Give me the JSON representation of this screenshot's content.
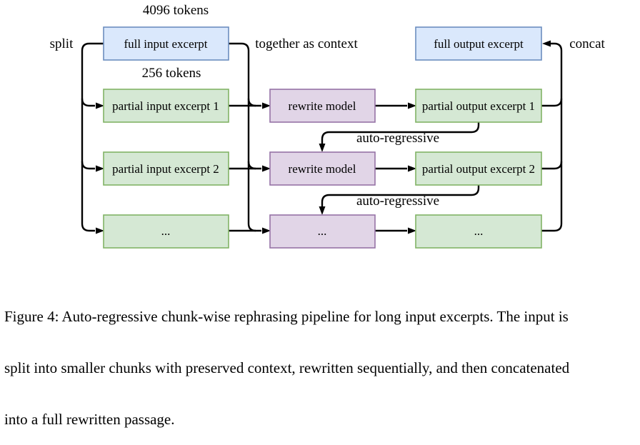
{
  "figure": {
    "labels": {
      "tokens_full": "4096 tokens",
      "tokens_partial": "256 tokens",
      "split": "split",
      "together_as_context": "together as context",
      "concat": "concat",
      "auto_regressive_1": "auto-regressive",
      "auto_regressive_2": "auto-regressive"
    },
    "nodes": {
      "full_input": "full input excerpt",
      "full_output": "full output excerpt",
      "partial_input_1": "partial input excerpt 1",
      "partial_input_2": "partial input excerpt 2",
      "partial_input_rest": "...",
      "rewrite_model_1": "rewrite model",
      "rewrite_model_2": "rewrite model",
      "rewrite_model_rest": "...",
      "partial_output_1": "partial output excerpt 1",
      "partial_output_2": "partial output excerpt 2",
      "partial_output_rest": "..."
    },
    "colors": {
      "full_fill": "#dae8fc",
      "full_stroke": "#6c8ebf",
      "chunk_fill": "#d5e8d4",
      "chunk_stroke": "#82b366",
      "model_fill": "#e1d5e7",
      "model_stroke": "#9673a6",
      "arrow": "#000000"
    }
  },
  "caption": {
    "line1": "Figure 4: Auto-regressive chunk-wise rephrasing pipeline for long input excerpts. The input is",
    "line2": "split into smaller chunks with preserved context, rewritten sequentially, and then concatenated",
    "line3": "into a full rewritten passage."
  }
}
